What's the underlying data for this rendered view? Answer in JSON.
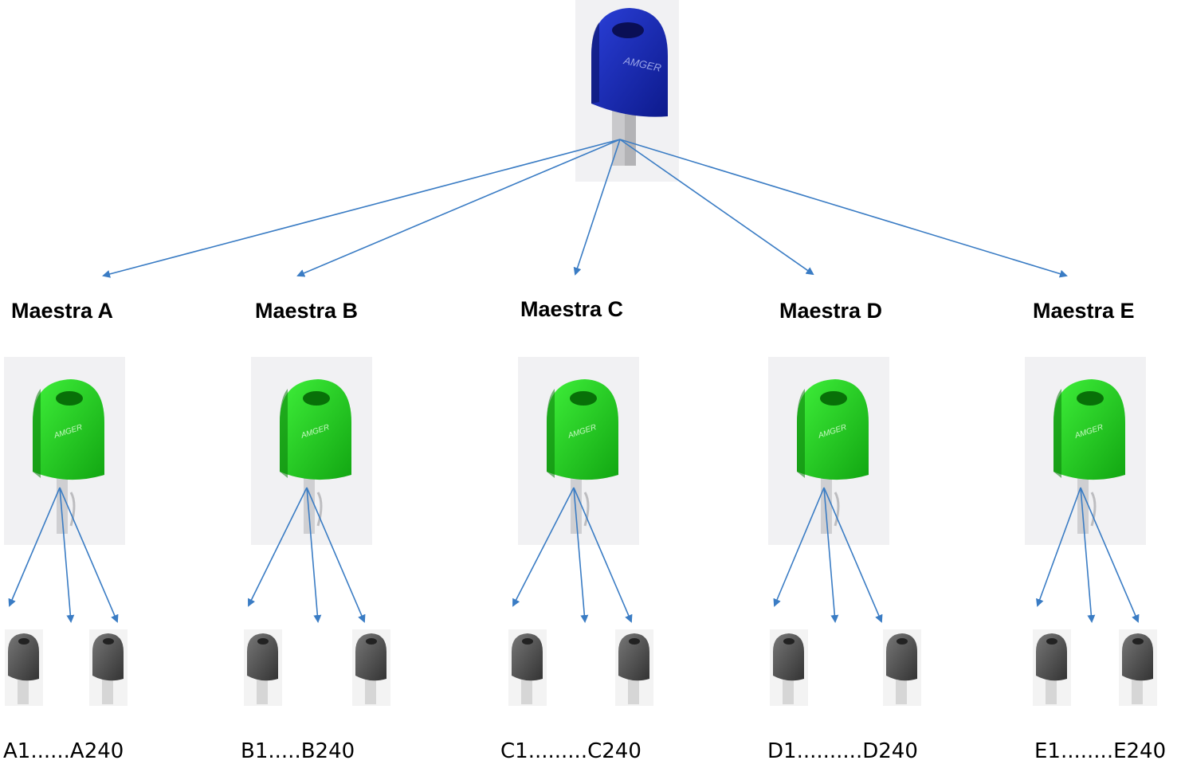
{
  "master_key": {
    "brand": "AMGER",
    "color": "#1a2fb8"
  },
  "groups": [
    {
      "label": "Maestra A",
      "range": "A1......A240"
    },
    {
      "label": "Maestra B",
      "range": "B1.....B240"
    },
    {
      "label": "Maestra C",
      "range": "C1.........C240"
    },
    {
      "label": "Maestra D",
      "range": "D1..........D240"
    },
    {
      "label": "Maestra E",
      "range": "E1........E240"
    }
  ],
  "colors": {
    "arrow": "#3a7cc4",
    "master_key": "#1a2fb8",
    "group_key": "#2fd62a",
    "child_key": "#555555"
  },
  "icons": [
    "master-key-icon",
    "group-key-icon",
    "child-key-icon",
    "arrow"
  ]
}
